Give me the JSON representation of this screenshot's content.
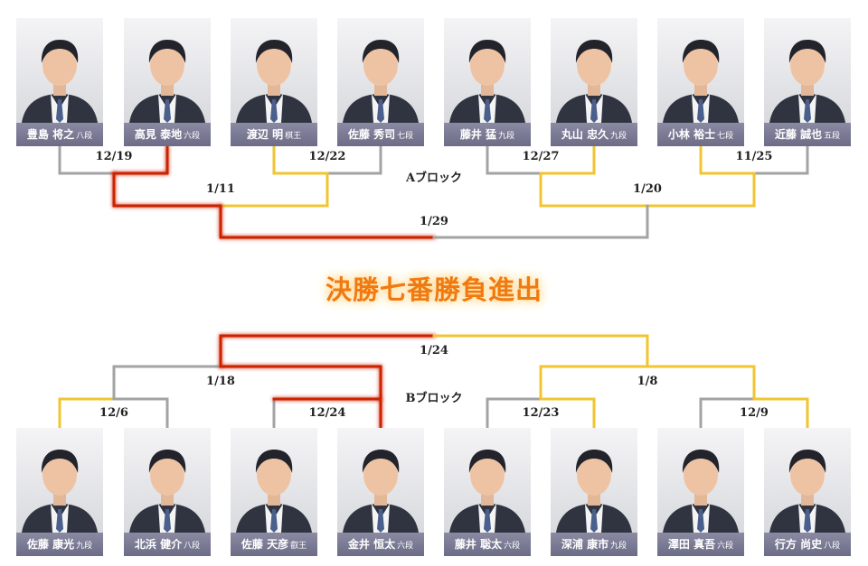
{
  "title": "決勝七番勝負進出",
  "blocks": {
    "a": "Aブロック",
    "b": "Bブロック"
  },
  "colors": {
    "winner": "#cc2200",
    "advance": "#f0c52f",
    "neutral": "#a3a3a3",
    "title": "#f07a12"
  },
  "players_a": [
    {
      "name": "豊島 将之",
      "rank": "八段"
    },
    {
      "name": "高見 泰地",
      "rank": "六段"
    },
    {
      "name": "渡辺 明",
      "rank": "棋王"
    },
    {
      "name": "佐藤 秀司",
      "rank": "七段"
    },
    {
      "name": "藤井 猛",
      "rank": "九段"
    },
    {
      "name": "丸山 忠久",
      "rank": "九段"
    },
    {
      "name": "小林 裕士",
      "rank": "七段"
    },
    {
      "name": "近藤 誠也",
      "rank": "五段"
    }
  ],
  "players_b": [
    {
      "name": "佐藤 康光",
      "rank": "九段"
    },
    {
      "name": "北浜 健介",
      "rank": "八段"
    },
    {
      "name": "佐藤 天彦",
      "rank": "叡王"
    },
    {
      "name": "金井 恒太",
      "rank": "六段"
    },
    {
      "name": "藤井 聡太",
      "rank": "六段"
    },
    {
      "name": "深浦 康市",
      "rank": "九段"
    },
    {
      "name": "澤田 真吾",
      "rank": "六段"
    },
    {
      "name": "行方 尚史",
      "rank": "八段"
    }
  ],
  "dates_a": {
    "r1": [
      "12/19",
      "12/22",
      "12/27",
      "11/25"
    ],
    "r2": [
      "1/11",
      "1/20"
    ],
    "final": "1/29"
  },
  "dates_b": {
    "r1": [
      "12/6",
      "12/24",
      "12/23",
      "12/9"
    ],
    "r2": [
      "1/18",
      "1/8"
    ],
    "final": "1/24"
  }
}
